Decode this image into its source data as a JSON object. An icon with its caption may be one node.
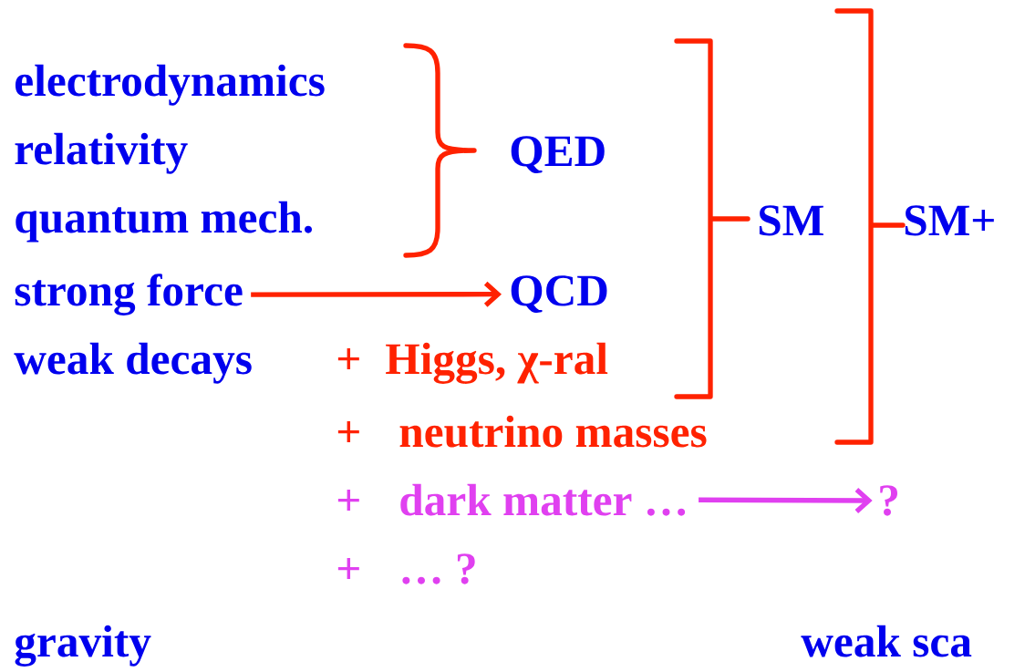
{
  "diagram": {
    "nodes": [
      {
        "text": [
          "strong force"
        ]
      },
      {
        "text": [
          "QCD"
        ]
      },
      {
        "text": [
          "dark matter …"
        ]
      },
      {
        "text": [
          "?"
        ]
      }
    ],
    "edges": [
      {
        "from": 0,
        "to": 1,
        "arrow": "to",
        "color": "#ff2200"
      },
      {
        "from": 2,
        "to": 3,
        "arrow": "to",
        "color": "#e040f0"
      }
    ],
    "labels": [
      "electrodynamics",
      "relativity",
      "quantum mech.",
      "QED",
      "SM",
      "SM+",
      "weak decays",
      "+",
      "Higgs, χ-ral",
      "+",
      "neutrino masses",
      "+",
      "+",
      "… ?",
      "gravity",
      "weak sca"
    ]
  }
}
